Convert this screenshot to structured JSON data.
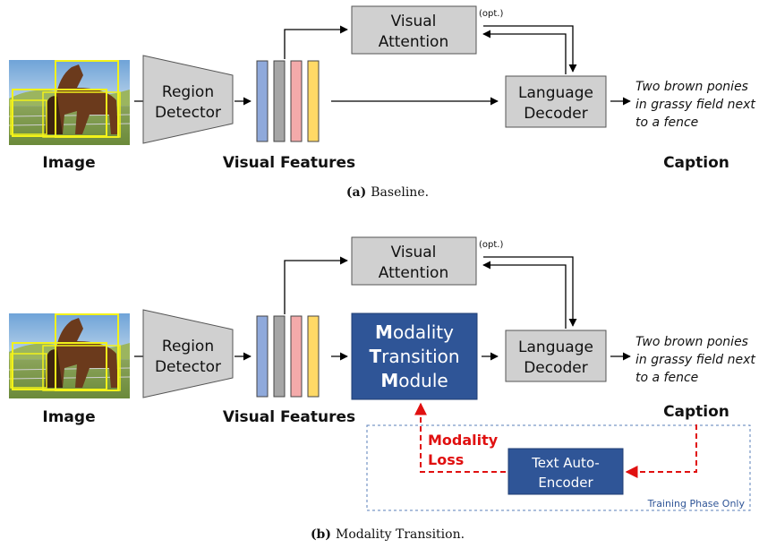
{
  "panel_a": {
    "image_label": "Image",
    "region_detector": [
      "Region",
      "Detector"
    ],
    "visual_features_label": "Visual Features",
    "visual_attention": [
      "Visual",
      "Attention"
    ],
    "opt_label": "(opt.)",
    "language_decoder": [
      "Language",
      "Decoder"
    ],
    "caption_lines": [
      "Two brown ponies",
      "in grassy field next",
      "to a fence"
    ],
    "caption_label": "Caption",
    "subcaption_prefix": "(a)",
    "subcaption_text": "Baseline."
  },
  "panel_b": {
    "image_label": "Image",
    "region_detector": [
      "Region",
      "Detector"
    ],
    "visual_features_label": "Visual Features",
    "visual_attention": [
      "Visual",
      "Attention"
    ],
    "opt_label": "(opt.)",
    "mtm_line1_initial": "M",
    "mtm_line1_rest": "odality",
    "mtm_line2_initial": "T",
    "mtm_line2_rest": "ransition",
    "mtm_line3_initial": "M",
    "mtm_line3_rest": "odule",
    "language_decoder": [
      "Language",
      "Decoder"
    ],
    "caption_lines": [
      "Two brown ponies",
      "in grassy field next",
      "to a fence"
    ],
    "caption_label": "Caption",
    "modality_loss": [
      "Modality",
      "Loss"
    ],
    "text_autoencoder": [
      "Text Auto-",
      "Encoder"
    ],
    "training_phase": "Training Phase Only",
    "subcaption_prefix": "(b)",
    "subcaption_text": "Modality Transition."
  },
  "colors": {
    "box_fill": "#d0d0d0",
    "feature_blue": "#8fa9db",
    "feature_gray": "#a6a6a6",
    "feature_pink": "#f4aaaa",
    "feature_yellow": "#ffd966",
    "mtm_fill": "#2f5597",
    "loss_red": "#e01010",
    "bbox_yellow": "#f2f21a"
  }
}
